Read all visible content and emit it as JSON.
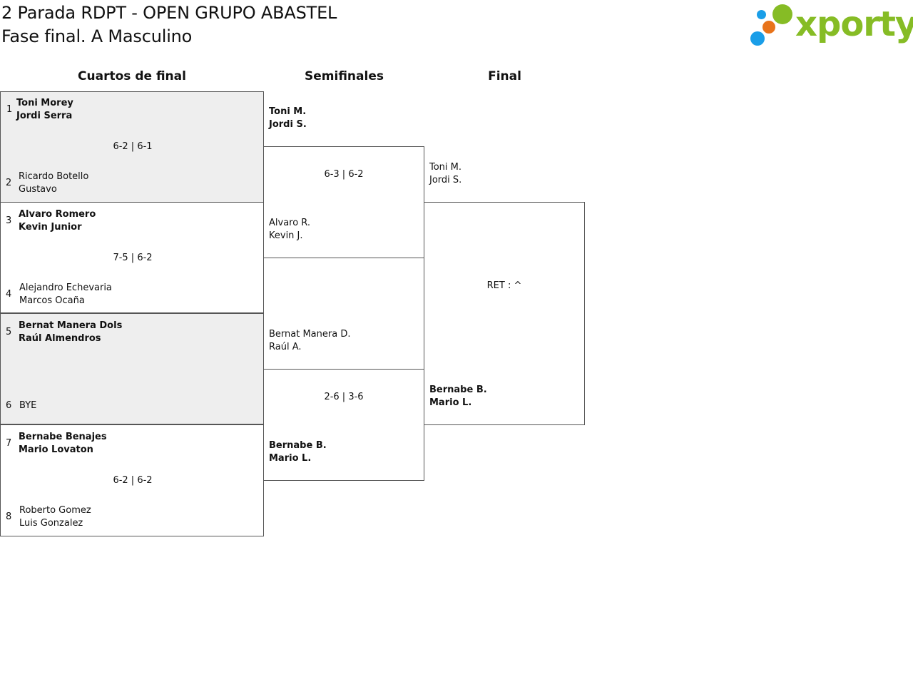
{
  "header": {
    "title": "2 Parada RDPT - OPEN GRUPO ABASTEL",
    "subtitle": "Fase final. A Masculino"
  },
  "logo": {
    "text": "xporty",
    "colors": {
      "green": "#86bc25",
      "orange": "#e8731a",
      "blue": "#1a9ee8"
    }
  },
  "rounds": {
    "quarters": "Cuartos de final",
    "semis": "Semifinales",
    "final": "Final"
  },
  "quarterfinals": [
    {
      "top": {
        "seed": "1",
        "line1": "Toni Morey",
        "line2": "Jordi Serra"
      },
      "score": "6-2 | 6-1",
      "bottom": {
        "seed": "2",
        "line1": "Ricardo Botello",
        "line2": "Gustavo"
      }
    },
    {
      "top": {
        "seed": "3",
        "line1": "Alvaro Romero",
        "line2": "Kevin Junior"
      },
      "score": "7-5 | 6-2",
      "bottom": {
        "seed": "4",
        "line1": "Alejandro Echevaria",
        "line2": "Marcos Ocaña"
      }
    },
    {
      "top": {
        "seed": "5",
        "line1": "Bernat Manera Dols",
        "line2": "Raúl Almendros"
      },
      "score": "",
      "bottom": {
        "seed": "6",
        "line1": "BYE",
        "line2": ""
      }
    },
    {
      "top": {
        "seed": "7",
        "line1": "Bernabe Benajes",
        "line2": "Mario Lovaton"
      },
      "score": "6-2 | 6-2",
      "bottom": {
        "seed": "8",
        "line1": "Roberto Gomez",
        "line2": "Luis Gonzalez"
      }
    }
  ],
  "semifinals": [
    {
      "top": {
        "line1": "Toni M.",
        "line2": "Jordi S."
      },
      "score": "6-3 | 6-2",
      "bottom": {
        "line1": "Alvaro R.",
        "line2": "Kevin J."
      }
    },
    {
      "top": {
        "line1": "Bernat Manera D.",
        "line2": "Raúl A."
      },
      "score": "2-6 | 3-6",
      "bottom": {
        "line1": "Bernabe B.",
        "line2": "Mario L."
      }
    }
  ],
  "final": {
    "top": {
      "line1": "Toni M.",
      "line2": "Jordi S."
    },
    "score": "RET : ^",
    "bottom": {
      "line1": "Bernabe B.",
      "line2": "Mario L."
    }
  }
}
